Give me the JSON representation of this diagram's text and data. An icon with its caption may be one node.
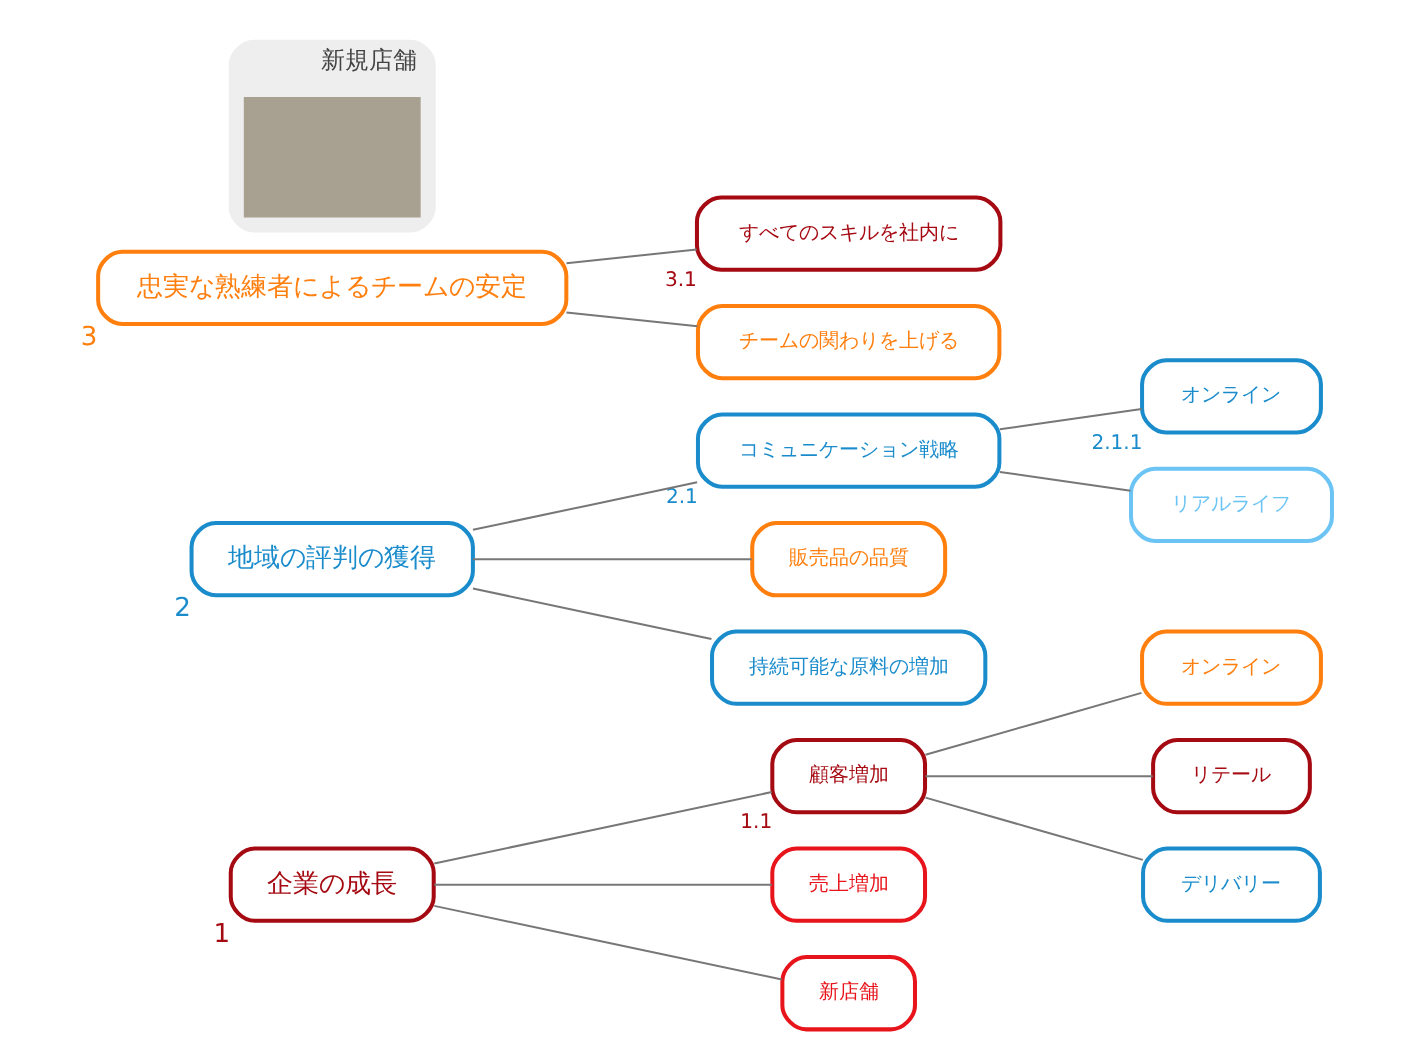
{
  "diagram": {
    "nodes": [
      {
        "text": [
          "新規店舗"
        ]
      },
      {
        "text": [],
        "shape": "box",
        "in": 0
      },
      {
        "text": [
          "企業の成長"
        ],
        "beside": [
          "1"
        ]
      },
      {
        "text": [
          "顧客増加"
        ],
        "beside": [
          "1.1"
        ]
      },
      {
        "text": [
          "オンライン"
        ]
      },
      {
        "text": [
          "リテール"
        ]
      },
      {
        "text": [
          "デリバリー"
        ]
      },
      {
        "text": [
          "売上増加"
        ]
      },
      {
        "text": [
          "新店舗"
        ]
      },
      {
        "text": [
          "地域の評判の獲得"
        ],
        "beside": [
          "2"
        ]
      },
      {
        "text": [
          "コミュニケーション戦略"
        ],
        "beside": [
          "2.1"
        ]
      },
      {
        "text": [
          "オンライン"
        ],
        "beside": [
          "2.1.1"
        ]
      },
      {
        "text": [
          "リアルライフ"
        ]
      },
      {
        "text": [
          "販売品の品質"
        ]
      },
      {
        "text": [
          "持続可能な原料の増加"
        ]
      },
      {
        "text": [
          "忠実な熟練者によるチームの安定"
        ],
        "beside": [
          "3"
        ]
      },
      {
        "text": [
          "すべてのスキルを社内に"
        ],
        "beside": [
          "3.1"
        ]
      },
      {
        "text": [
          "チームの関わりを上げる"
        ]
      }
    ],
    "edges": [
      {
        "from": 2,
        "to": 3,
        "arrow": "none"
      },
      {
        "from": 2,
        "to": 7,
        "arrow": "none"
      },
      {
        "from": 2,
        "to": 8,
        "arrow": "none"
      },
      {
        "from": 3,
        "to": 4,
        "arrow": "none"
      },
      {
        "from": 3,
        "to": 5,
        "arrow": "none"
      },
      {
        "from": 3,
        "to": 6,
        "arrow": "none"
      },
      {
        "from": 9,
        "to": 10,
        "arrow": "none"
      },
      {
        "from": 9,
        "to": 13,
        "arrow": "none"
      },
      {
        "from": 9,
        "to": 14,
        "arrow": "none"
      },
      {
        "from": 10,
        "to": 11,
        "arrow": "none"
      },
      {
        "from": 10,
        "to": 12,
        "arrow": "none"
      },
      {
        "from": 15,
        "to": 16,
        "arrow": "none"
      },
      {
        "from": 15,
        "to": 17,
        "arrow": "none"
      }
    ]
  }
}
